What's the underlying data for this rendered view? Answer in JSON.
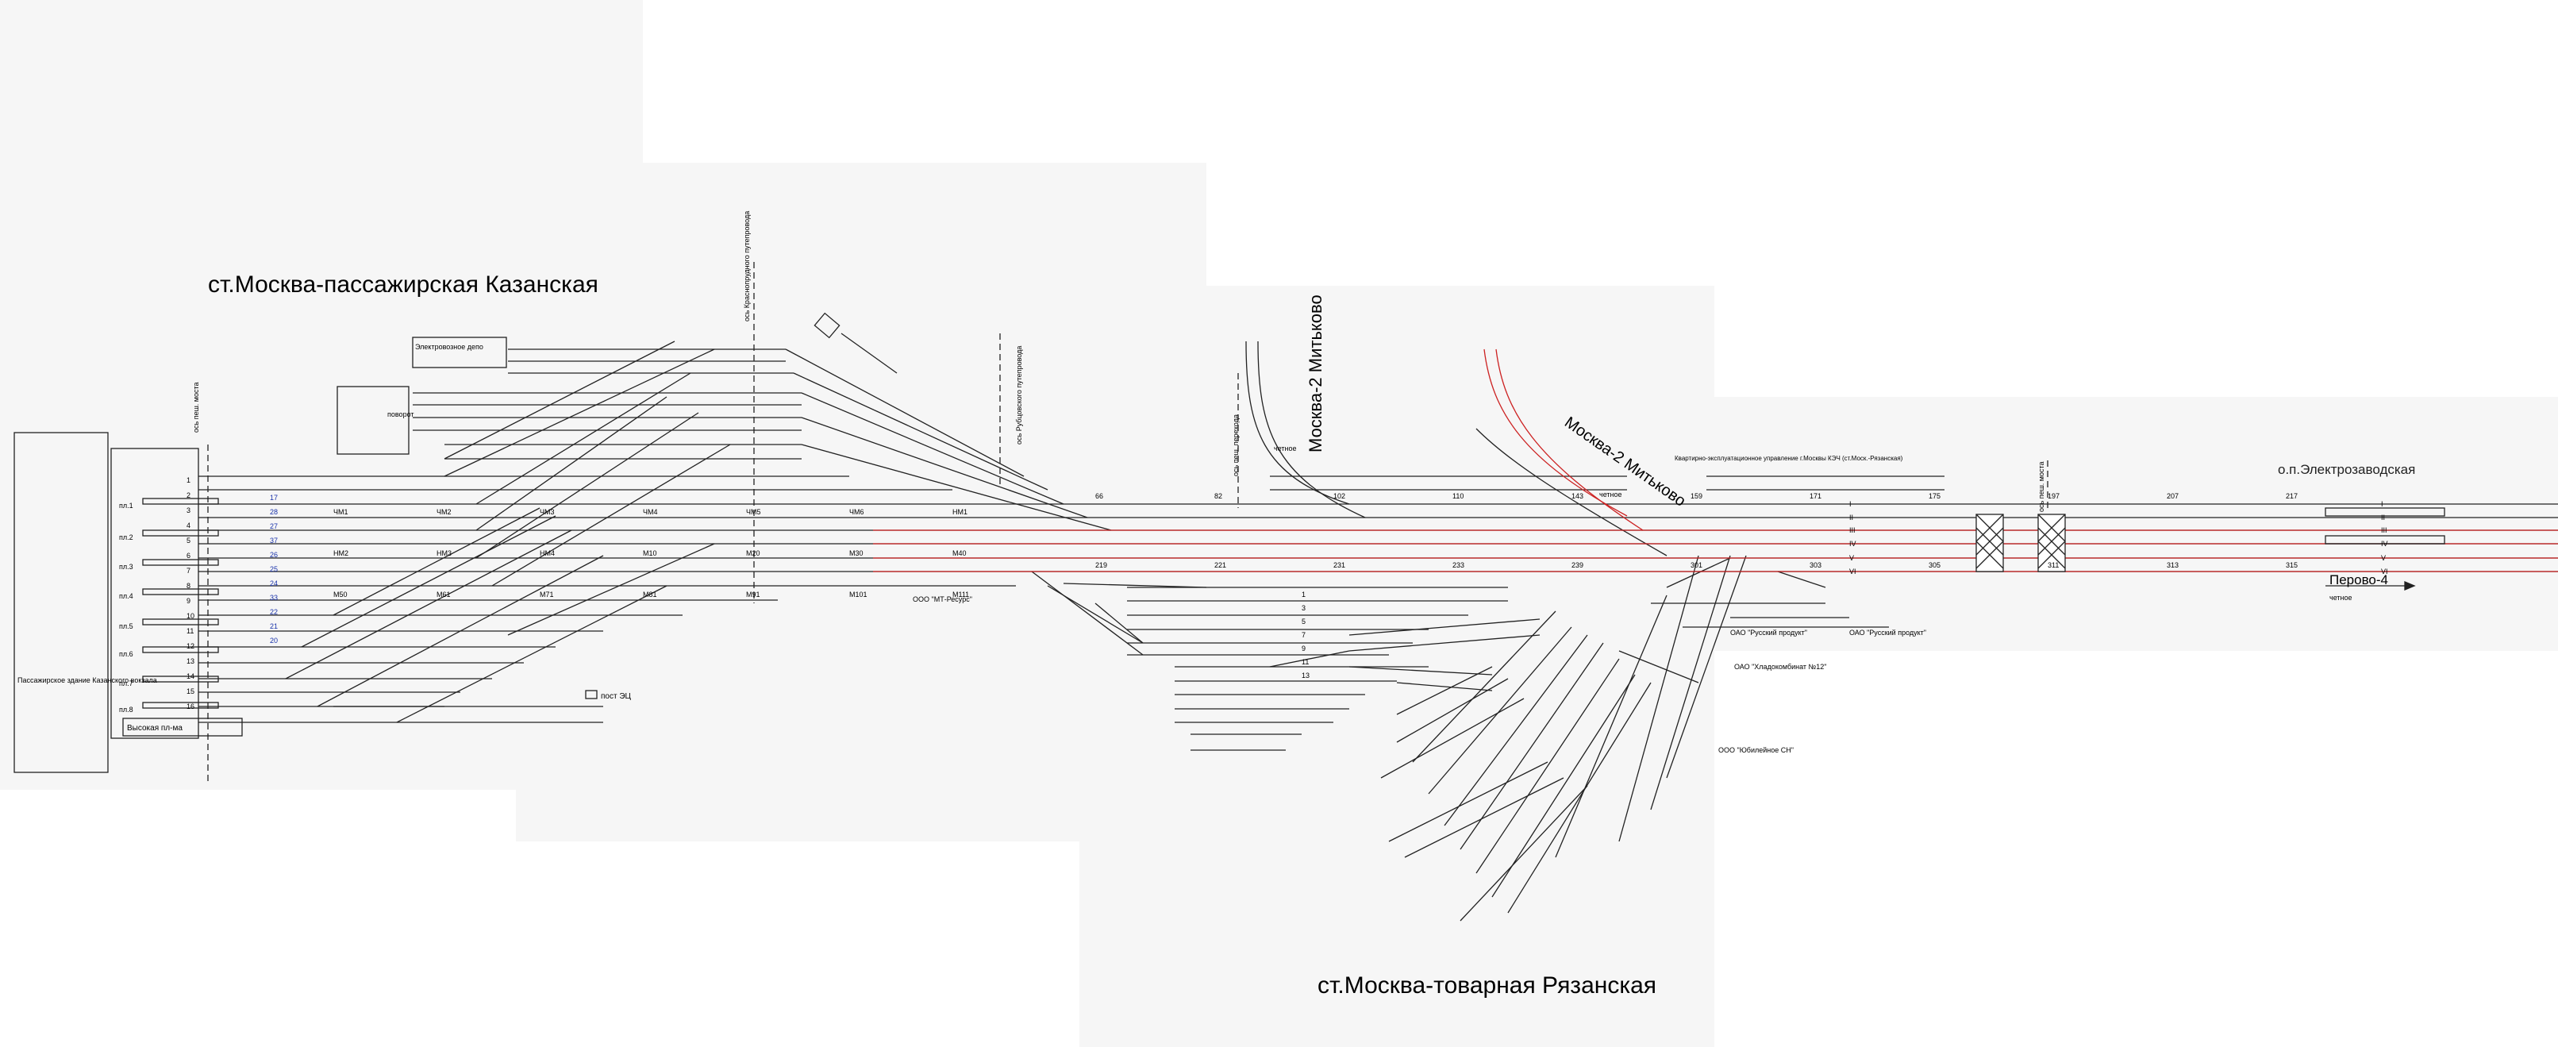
{
  "titles": {
    "station_passenger": "ст.Москва-пассажирская Казанская",
    "station_freight": "ст.Москва-товарная Рязанская",
    "station_mitkovo": "Москва-2 Митьково",
    "station_mitkovo_2": "Москва-2 Митьково",
    "stop_electrozavodskaya": "о.п.Электрозаводская",
    "direction_perovo": "Перово-4"
  },
  "labels": {
    "terminal_building": "Пассажирское здание Казанского вокзала",
    "high_platform": "Высокая пл-ма",
    "depot": "Электровозное депо",
    "post": "пост ЭЦ",
    "control_office": "Квартирно-эксплуатационное управление г.Москвы КЭЧ (ст.Моск.-Рязанская)",
    "org_resurs": "ООО \"МТ-Ресурс\"",
    "org_russkiy_1": "ОАО \"Русский продукт\"",
    "org_russkiy_2": "ОАО \"Русский продукт\"",
    "org_hladokombinat": "ОАО \"Хладокомбинат №12\"",
    "org_jubilee": "ООО \"Юбилейное СН\"",
    "bridge_axis_1": "ось пеш. моста",
    "bridge_axis_2": "ось пеш. моста",
    "overpass_axis_1": "ось Краснопрудного путепровода",
    "overpass_axis_2": "ось Рубцовского путепровода",
    "crossing_axis": "ось пеш. перехода",
    "chetnoe_1": "четное",
    "chetnoe_2": "четное",
    "chetnoe_3": "четное",
    "loco": "поворот"
  },
  "platforms": [
    "пл.1",
    "пл.2",
    "пл.3",
    "пл.4",
    "пл.5",
    "пл.6",
    "пл.7",
    "пл.8"
  ],
  "main_tracks": [
    "I",
    "II",
    "III",
    "IV",
    "V",
    "VI"
  ],
  "track_numbers_left": [
    "17",
    "28",
    "27",
    "37",
    "26",
    "25",
    "24",
    "33",
    "22",
    "21",
    "20"
  ],
  "track_numbers_right": [
    "1",
    "3",
    "5",
    "7",
    "9",
    "11",
    "13"
  ],
  "switch_numbers": [
    "66",
    "82",
    "102",
    "110",
    "143",
    "159",
    "171",
    "175",
    "197",
    "207",
    "217",
    "219",
    "221",
    "231",
    "233",
    "239",
    "301",
    "303",
    "305",
    "311",
    "313",
    "315"
  ],
  "signals": [
    "ЧМ1",
    "ЧМ2",
    "ЧМ3",
    "ЧМ4",
    "ЧМ5",
    "ЧМ6",
    "НМ1",
    "НМ2",
    "НМ3",
    "НМ4",
    "М10",
    "М20",
    "М30",
    "М40",
    "М50",
    "М61",
    "М71",
    "М81",
    "М91",
    "М101",
    "М111"
  ],
  "side_labels": [
    "1",
    "2",
    "3",
    "4",
    "5",
    "6",
    "7",
    "8",
    "9",
    "10",
    "11",
    "12",
    "13",
    "14",
    "15",
    "16"
  ],
  "colors": {
    "panel": "#f6f6f6",
    "line": "#222222",
    "red_line": "#cc2222",
    "blue_text": "#1a33aa",
    "text": "#000000"
  }
}
